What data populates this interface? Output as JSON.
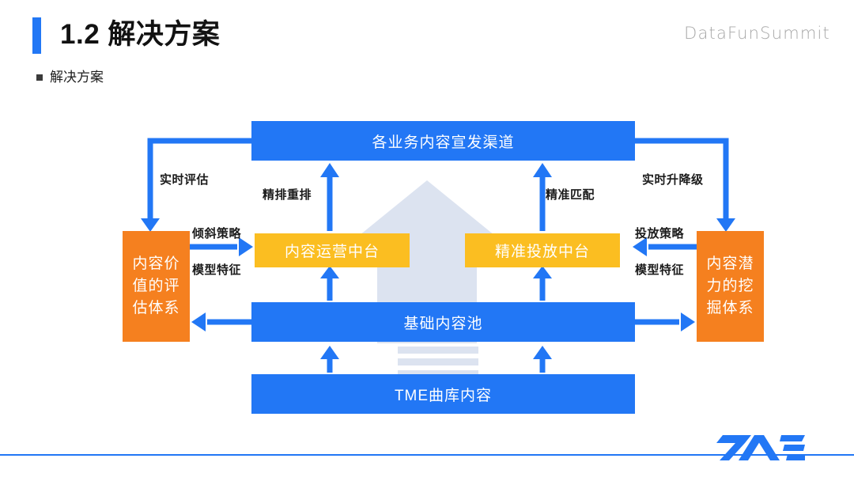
{
  "header": {
    "title": "1.2 解决方案",
    "brand": "DataFunSummit",
    "bullet": "解决方案"
  },
  "diagram": {
    "boxes": {
      "channels": "各业务内容宣发渠道",
      "content_ops_platform": "内容运营中台",
      "precise_delivery_platform": "精准投放中台",
      "base_content_pool": "基础内容池",
      "tme_music_library": "TME曲库内容",
      "left_system": "内容价值的评估体系",
      "right_system": "内容潜力的挖掘体系"
    },
    "edge_labels": {
      "realtime_evaluation": "实时评估",
      "fine_rerank": "精排重排",
      "precise_match": "精准匹配",
      "realtime_upgrade_downgrade": "实时升降级",
      "tilt_policy": "倾斜策略",
      "model_feature_left": "模型特征",
      "delivery_policy": "投放策略",
      "model_feature_right": "模型特征"
    }
  },
  "colors": {
    "blue": "#2277f5",
    "yellow": "#fbbe21",
    "orange": "#f5801f",
    "bg_arrow": "#dce3f0",
    "brand_gray": "#a8a8a8"
  },
  "footer": {
    "logo": "TME"
  }
}
